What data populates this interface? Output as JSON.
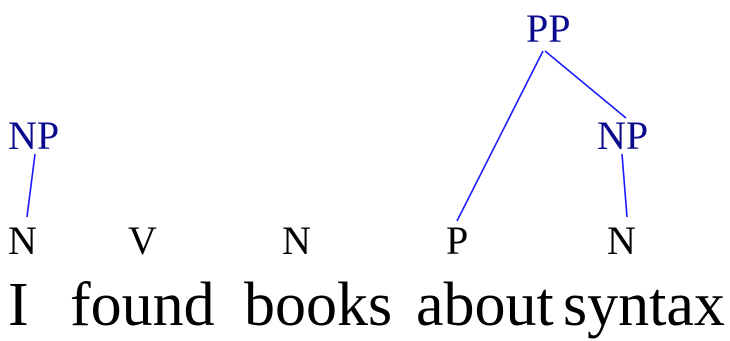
{
  "tree": {
    "phrases": [
      {
        "id": "np1",
        "label": "NP"
      },
      {
        "id": "pp",
        "label": "PP"
      },
      {
        "id": "np2",
        "label": "NP"
      }
    ],
    "pos_tags": [
      "N",
      "V",
      "N",
      "P",
      "N"
    ],
    "words": [
      "I",
      "found",
      "books",
      "about",
      "syntax"
    ]
  },
  "colors": {
    "phrase_label": "#0a0a8c",
    "edge": "#1a1aff",
    "text": "#000000"
  }
}
